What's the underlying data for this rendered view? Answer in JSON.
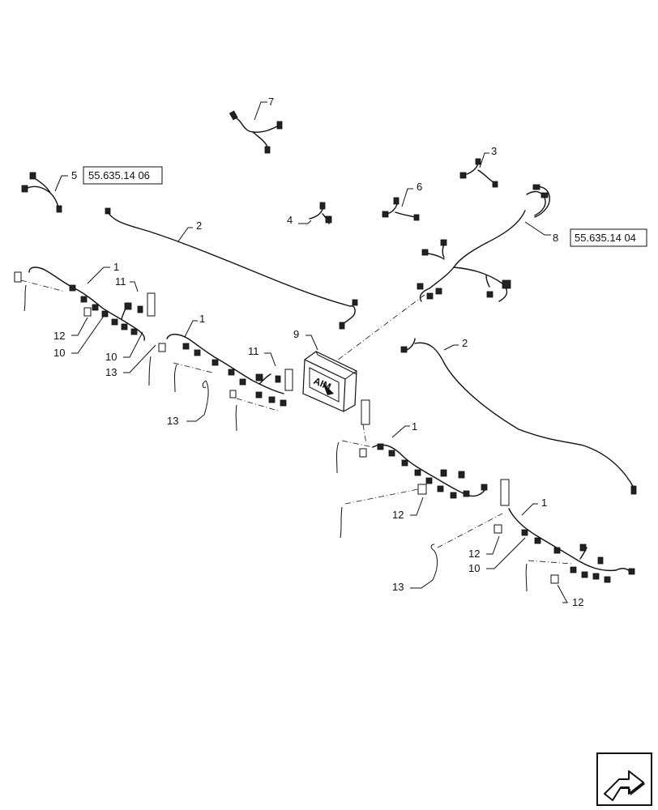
{
  "callouts": {
    "c1a": "1",
    "c1b": "1",
    "c1c": "1",
    "c1d": "1",
    "c2a": "2",
    "c2b": "2",
    "c3": "3",
    "c4": "4",
    "c5": "5",
    "c6": "6",
    "c7": "7",
    "c8": "8",
    "c9": "9",
    "c10a": "10",
    "c10b": "10",
    "c10c": "10",
    "c11a": "11",
    "c11b": "11",
    "c12a": "12",
    "c12b": "12",
    "c12c": "12",
    "c12d": "12",
    "c13a": "13",
    "c13b": "13",
    "c13c": "13"
  },
  "references": {
    "ref_5": "55.635.14 06",
    "ref_8": "55.635.14 04"
  },
  "module_label": "AIM",
  "icons": {
    "nav": "next-page-arrow-icon"
  }
}
